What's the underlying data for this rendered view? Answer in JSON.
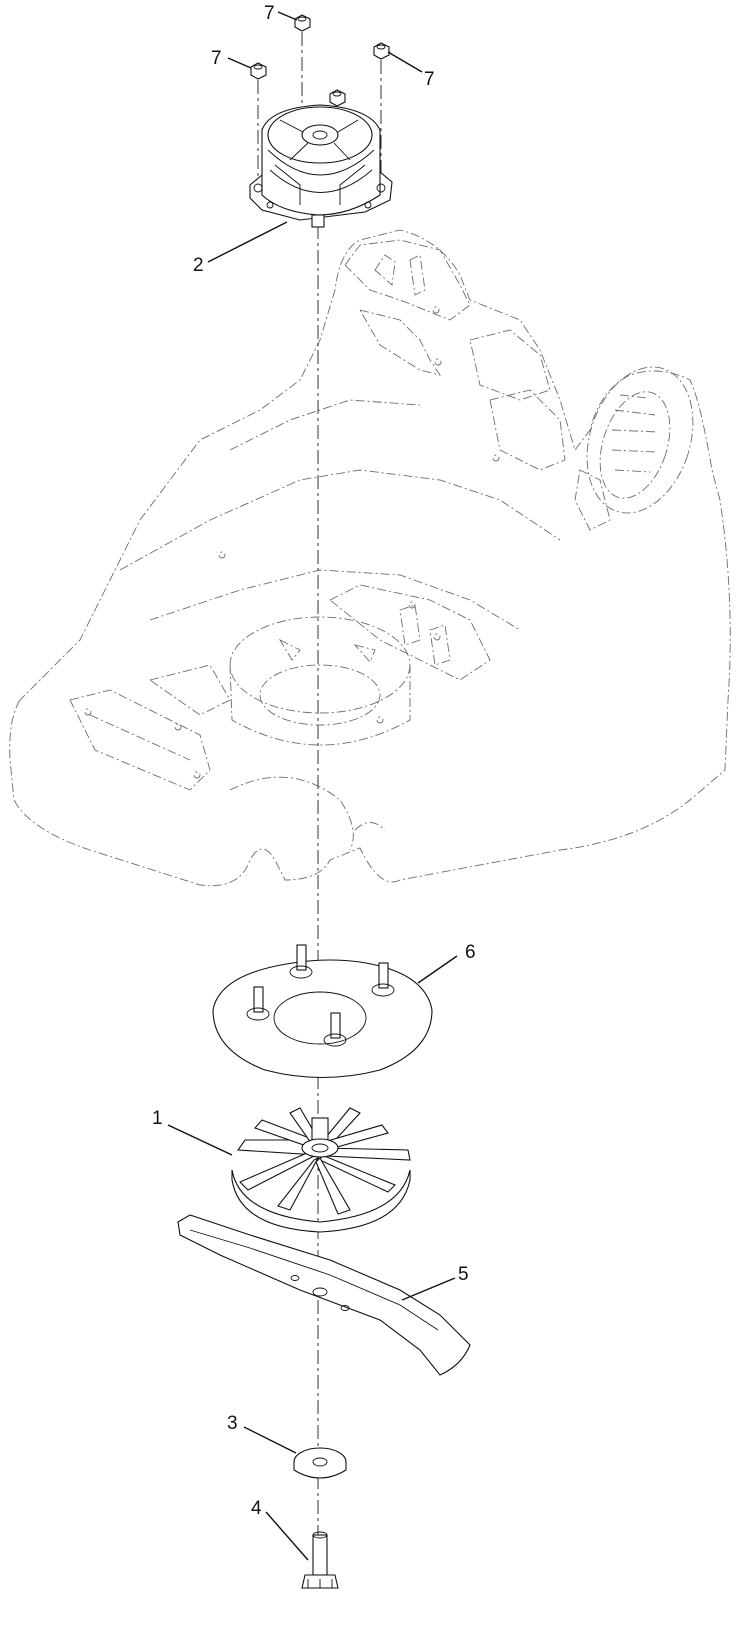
{
  "diagram": {
    "callouts": [
      {
        "id": "callout-1",
        "text": "1"
      },
      {
        "id": "callout-2",
        "text": "2"
      },
      {
        "id": "callout-3",
        "text": "3"
      },
      {
        "id": "callout-4",
        "text": "4"
      },
      {
        "id": "callout-5",
        "text": "5"
      },
      {
        "id": "callout-6",
        "text": "6"
      },
      {
        "id": "callout-7a",
        "text": "7"
      },
      {
        "id": "callout-7b",
        "text": "7"
      },
      {
        "id": "callout-7c",
        "text": "7"
      }
    ]
  }
}
